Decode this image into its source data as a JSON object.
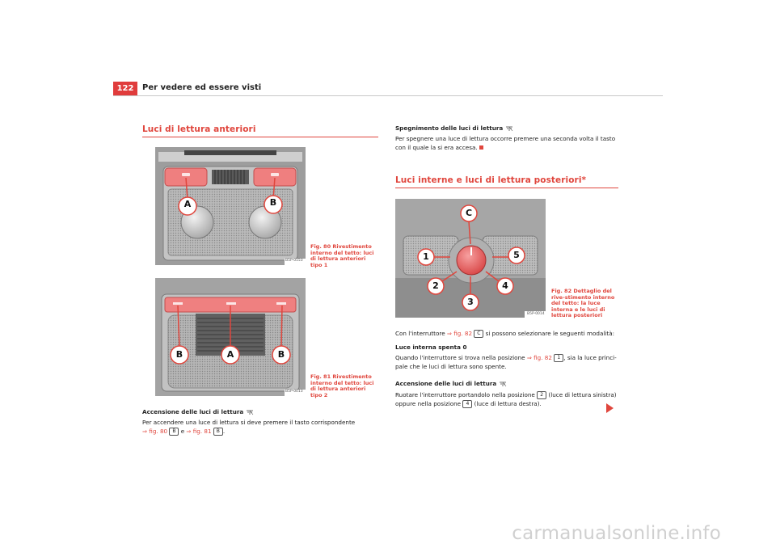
{
  "header": {
    "page_number": "122",
    "running_title": "Per vedere ed essere visti"
  },
  "left": {
    "section_title": "Luci di lettura anteriori",
    "fig80": {
      "code": "B5P-0153",
      "caption": "Fig. 80   Rivestimento interno del tetto: luci di lettura anteriori tipo 1",
      "labels": [
        "A",
        "B"
      ]
    },
    "fig81": {
      "code": "B5P-0013",
      "caption": "Fig. 81   Rivestimento interno del tetto: luci di lettura anteriori tipo 2",
      "labels": [
        "B",
        "A",
        "B"
      ]
    },
    "on_heading": "Accensione delle luci di lettura",
    "on_text_1": "Per accendere una luce di lettura si deve premere il tasto corrispondente",
    "on_ref_1": "⇒ fig. 80",
    "on_key_1": "B",
    "on_mid": " e ",
    "on_ref_2": "⇒ fig. 81",
    "on_key_2": "B",
    "on_end": "."
  },
  "right": {
    "off_heading": "Spegnimento delle luci di lettura",
    "off_text_1": "Per spegnere una luce di lettura occorre premere una seconda volta il tasto",
    "off_text_2": "con il quale la si era accesa.",
    "section_title": "Luci interne e luci di lettura posteriori*",
    "fig82": {
      "code": "B5P-0014",
      "caption": "Fig. 82   Dettaglio del rive-stimento interno del tetto: la luce interna e le luci di lettura posteriori",
      "labels": [
        "C",
        "1",
        "5",
        "2",
        "4",
        "3"
      ]
    },
    "intro_1": "Con l'interruttore",
    "intro_ref": "⇒ fig. 82",
    "intro_key": "C",
    "intro_2": " si possono selezionare le seguenti modalità:",
    "off_mode_heading": "Luce interna spenta 0",
    "off_mode_1": "Quando l'interruttore si trova nella posizione",
    "off_mode_ref": "⇒ fig. 82",
    "off_mode_key": "1",
    "off_mode_2": ", sia la luce princi-",
    "off_mode_3": "pale che le luci di lettura sono spente.",
    "reading_heading": "Accensione delle luci di lettura",
    "reading_1": "Ruotare l'interruttore portandolo nella posizione",
    "reading_key_1": "2",
    "reading_2": " (luce di lettura sinistra)",
    "reading_3": "oppure nella posizione",
    "reading_key_2": "4",
    "reading_4": " (luce di lettura destra)."
  },
  "footer": {
    "watermark": "carmanualsonline.info"
  },
  "colors": {
    "accent": "#e0463d",
    "page_badge": "#e03c3c"
  }
}
